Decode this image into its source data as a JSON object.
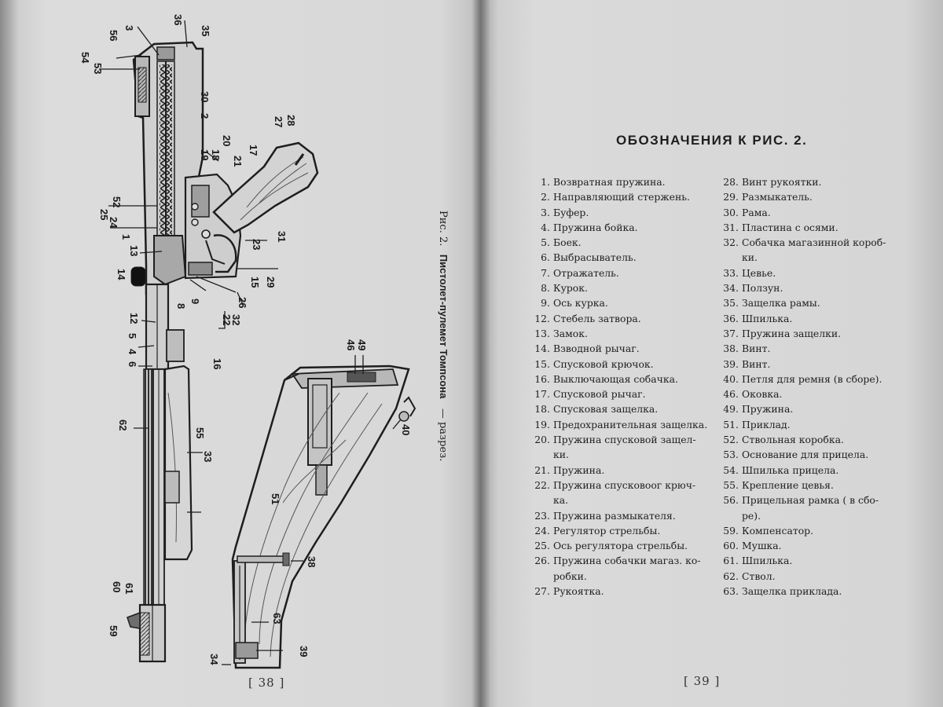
{
  "left_page": {
    "page_number": "[ 38 ]",
    "figure_caption": {
      "prefix": "Рис. 2.",
      "title": "Пистолет-пулемет Томпсона",
      "suffix": "— разрез."
    },
    "callouts": [
      "56",
      "3",
      "36",
      "35",
      "54",
      "53",
      "30",
      "2",
      "27",
      "28",
      "20",
      "19",
      "18",
      "17",
      "21",
      "52",
      "25",
      "24",
      "1",
      "13",
      "31",
      "23",
      "15",
      "29",
      "14",
      "8",
      "9",
      "26",
      "22",
      "32",
      "12",
      "5",
      "4",
      "6",
      "16",
      "46",
      "49",
      "40",
      "62",
      "55",
      "33",
      "51",
      "38",
      "60",
      "61",
      "59",
      "63",
      "34",
      "39"
    ]
  },
  "right_page": {
    "page_number": "[ 39 ]",
    "title": "ОБОЗНАЧЕНИЯ К РИС. 2.",
    "column1": [
      {
        "num": "1.",
        "text": "Возвратная пружина."
      },
      {
        "num": "2.",
        "text": "Направляющий стержень."
      },
      {
        "num": "3.",
        "text": "Буфер."
      },
      {
        "num": "4.",
        "text": "Пружина бойка."
      },
      {
        "num": "5.",
        "text": "Боек."
      },
      {
        "num": "6.",
        "text": "Выбрасыватель."
      },
      {
        "num": "7.",
        "text": "Отражатель."
      },
      {
        "num": "8.",
        "text": "Курок."
      },
      {
        "num": "9.",
        "text": "Ось курка."
      },
      {
        "num": "12.",
        "text": "Стебель затвора."
      },
      {
        "num": "13.",
        "text": "Замок."
      },
      {
        "num": "14.",
        "text": "Взводной рычаг."
      },
      {
        "num": "15.",
        "text": "Спусковой крючок."
      },
      {
        "num": "16.",
        "text": "Выключающая собачка."
      },
      {
        "num": "17.",
        "text": "Спусковой рычаг."
      },
      {
        "num": "18.",
        "text": "Спусковая защелка."
      },
      {
        "num": "19.",
        "text": "Предохранительная защелка."
      },
      {
        "num": "20.",
        "text": "Пружина спусковой защел-"
      },
      {
        "num": "",
        "text": "ки."
      },
      {
        "num": "21.",
        "text": "Пружина."
      },
      {
        "num": "22.",
        "text": "Пружина спусковоог крюч-"
      },
      {
        "num": "",
        "text": "ка."
      },
      {
        "num": "23.",
        "text": "Пружина размыкателя."
      },
      {
        "num": "24.",
        "text": "Регулятор стрельбы."
      },
      {
        "num": "25.",
        "text": "Ось регулятора стрельбы."
      },
      {
        "num": "26.",
        "text": "Пружина собачки магаз. ко-"
      },
      {
        "num": "",
        "text": "робки."
      },
      {
        "num": "27.",
        "text": "Рукоятка."
      }
    ],
    "column2": [
      {
        "num": "28.",
        "text": "Винт рукоятки."
      },
      {
        "num": "29.",
        "text": "Размыкатель."
      },
      {
        "num": "30.",
        "text": "Рама."
      },
      {
        "num": "31.",
        "text": "Пластина с осями."
      },
      {
        "num": "32.",
        "text": "Собачка магазинной короб-"
      },
      {
        "num": "",
        "text": "ки."
      },
      {
        "num": "33.",
        "text": "Цевье."
      },
      {
        "num": "34.",
        "text": "Ползун."
      },
      {
        "num": "35.",
        "text": "Защелка рамы."
      },
      {
        "num": "36.",
        "text": "Шпилька."
      },
      {
        "num": "37.",
        "text": "Пружина защелки."
      },
      {
        "num": "38.",
        "text": "Винт."
      },
      {
        "num": "39.",
        "text": "Винт."
      },
      {
        "num": "40.",
        "text": "Петля для ремня (в сборе)."
      },
      {
        "num": "46.",
        "text": "Оковка."
      },
      {
        "num": "49.",
        "text": "Пружина."
      },
      {
        "num": "51.",
        "text": "Приклад."
      },
      {
        "num": "52.",
        "text": "Ствольная коробка."
      },
      {
        "num": "53.",
        "text": "Основание для прицела."
      },
      {
        "num": "54.",
        "text": "Шпилька прицела."
      },
      {
        "num": "55.",
        "text": "Крепление цевья."
      },
      {
        "num": "56.",
        "text": "Прицельная рамка ( в сбо-"
      },
      {
        "num": "",
        "text": "ре)."
      },
      {
        "num": "59.",
        "text": "Компенсатор."
      },
      {
        "num": "60.",
        "text": "Мушка."
      },
      {
        "num": "61.",
        "text": "Шпилька."
      },
      {
        "num": "62.",
        "text": "Ствол."
      },
      {
        "num": "63.",
        "text": "Защелка приклада."
      }
    ]
  }
}
